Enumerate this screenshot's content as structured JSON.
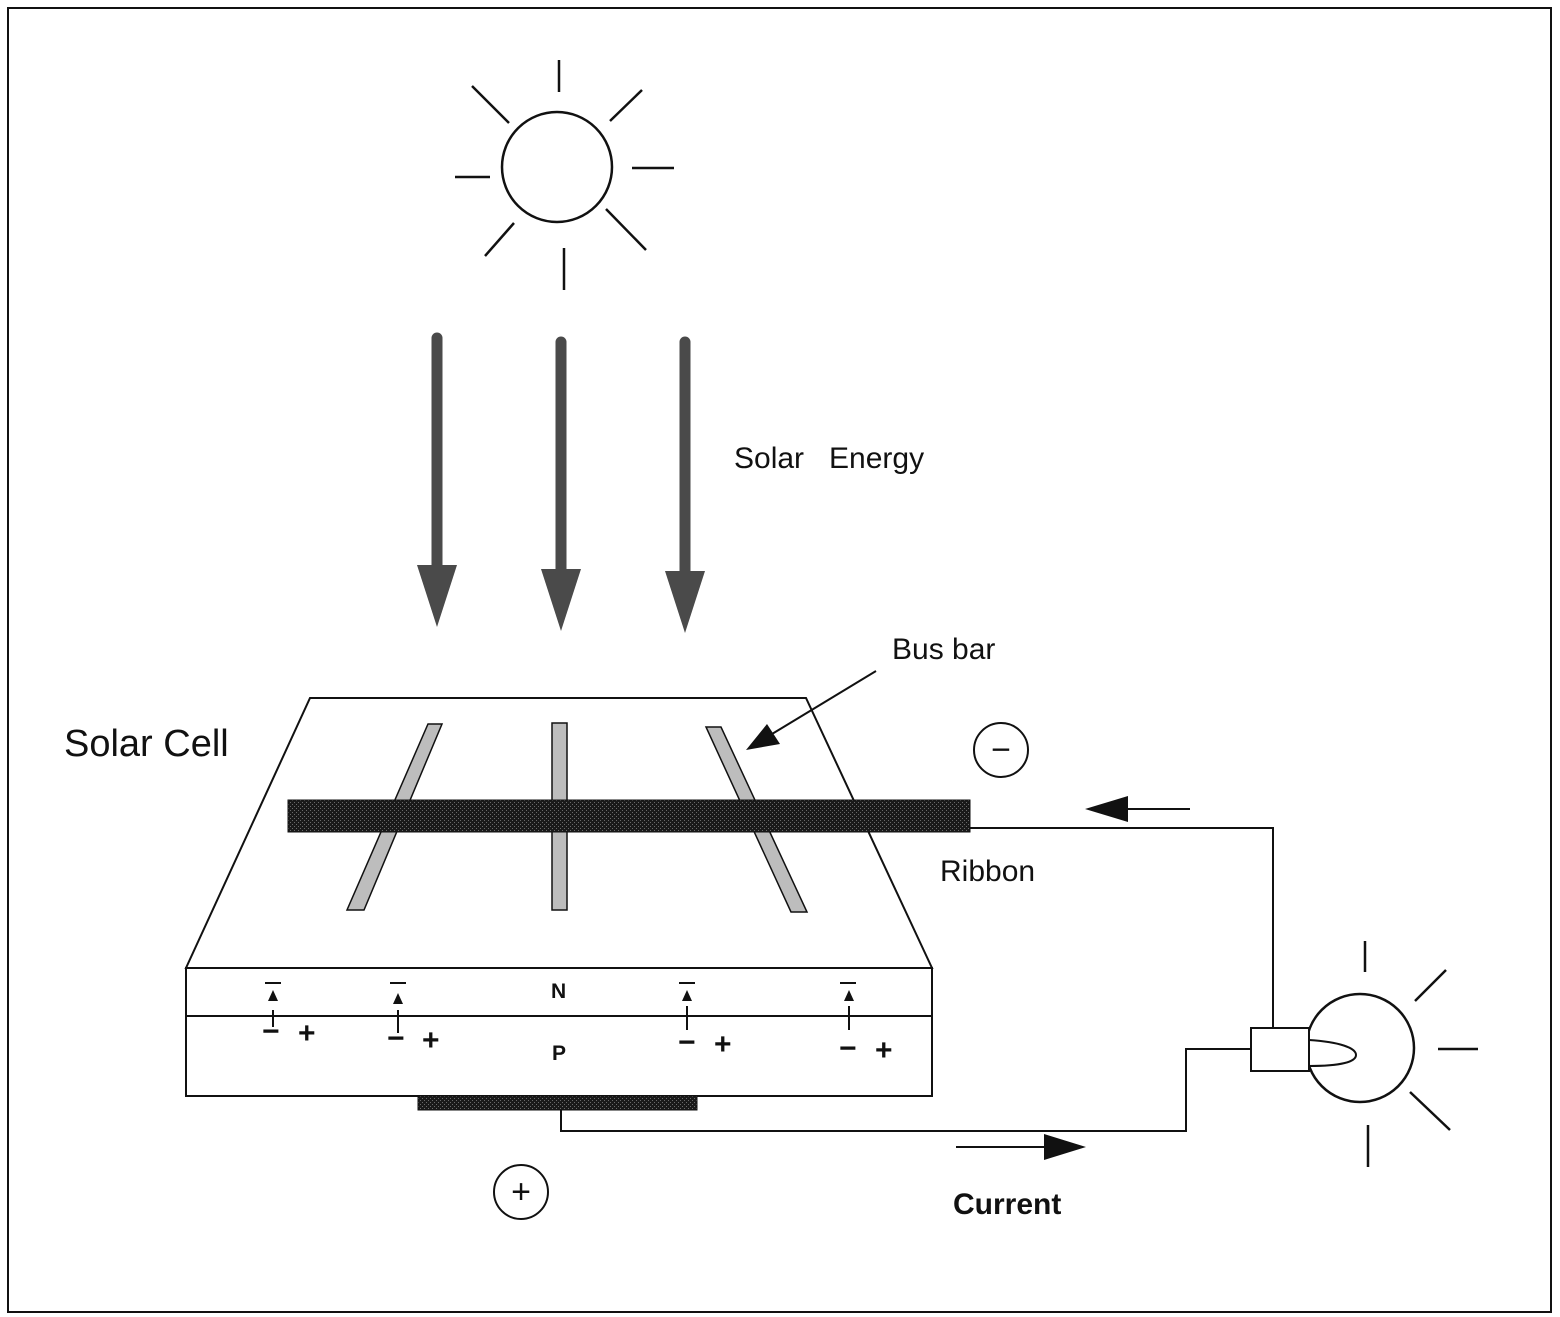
{
  "labels": {
    "solar_energy": "Solar   Energy",
    "bus_bar": "Bus bar",
    "solar_cell": "Solar Cell",
    "ribbon": "Ribbon",
    "current": "Current",
    "n_layer": "N",
    "p_layer": "P",
    "negative_terminal": "−",
    "positive_terminal": "+",
    "charge_minus": "−",
    "charge_plus": "+"
  },
  "colors": {
    "stroke": "#111111",
    "ray_arrow": "#4a4a4a",
    "finger": "#bdbdbd",
    "ribbon": "#1a1a1a",
    "background": "#ffffff"
  }
}
